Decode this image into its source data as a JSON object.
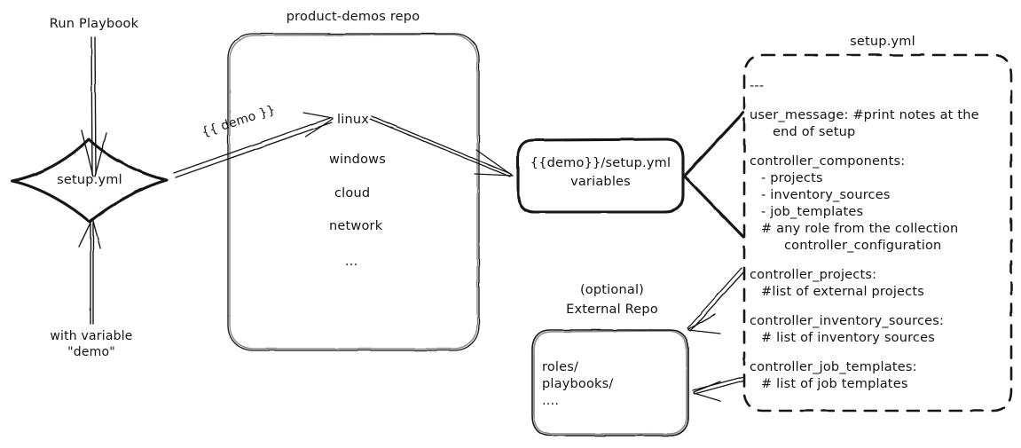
{
  "diagram": {
    "title": "Ansible product-demos setup.yml flow",
    "style": "hand-drawn sketch, black ink on white"
  },
  "nodes": {
    "run_playbook_label": "Run Playbook",
    "with_variable_label_line1": "with variable",
    "with_variable_label_line2": "\"demo\"",
    "setup_diamond": "setup.yml",
    "repo_title": "product-demos repo",
    "repo_items": [
      "linux",
      "windows",
      "cloud",
      "network",
      "..."
    ],
    "edge_demo_label": "{{ demo }}",
    "variables_box_line1": "{{demo}}/setup.yml",
    "variables_box_line2": "variables",
    "external_repo_title_line1": "(optional)",
    "external_repo_title_line2": "External Repo",
    "external_repo_items": [
      "roles/",
      "playbooks/",
      "...."
    ],
    "setup_yml_panel_title": "setup.yml"
  },
  "setup_yml_panel": {
    "blocks": [
      {
        "id": "doc-start",
        "lines": [
          {
            "text": "---",
            "indent": 0
          }
        ]
      },
      {
        "id": "user-message",
        "lines": [
          {
            "text": "user_message: #print notes at the",
            "indent": 0
          },
          {
            "text": "end of setup",
            "indent": 2
          }
        ]
      },
      {
        "id": "controller-components",
        "lines": [
          {
            "text": "controller_components:",
            "indent": 0
          },
          {
            "text": "- projects",
            "indent": 1
          },
          {
            "text": "- inventory_sources",
            "indent": 1
          },
          {
            "text": "- job_templates",
            "indent": 1
          },
          {
            "text": "# any role from the collection",
            "indent": 1
          },
          {
            "text": "controller_configuration",
            "indent": 3
          }
        ]
      },
      {
        "id": "controller-projects",
        "lines": [
          {
            "text": "controller_projects:",
            "indent": 0
          },
          {
            "text": "#list of external projects",
            "indent": 1
          }
        ]
      },
      {
        "id": "controller-inventory-sources",
        "lines": [
          {
            "text": "controller_inventory_sources:",
            "indent": 0
          },
          {
            "text": "# list of inventory sources",
            "indent": 1
          }
        ]
      },
      {
        "id": "controller-job-templates",
        "lines": [
          {
            "text": "controller_job_templates:",
            "indent": 0
          },
          {
            "text": "# list of job templates",
            "indent": 1
          }
        ]
      }
    ]
  },
  "colors": {
    "ink": "#121212",
    "paper": "#ffffff"
  }
}
